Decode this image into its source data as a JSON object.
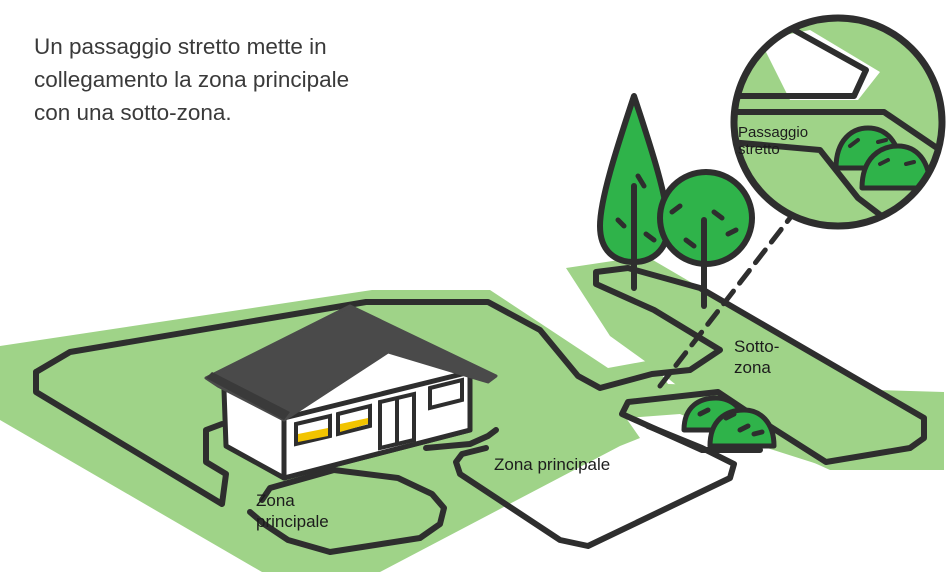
{
  "caption": {
    "lines": [
      "Un passaggio stretto mette in",
      "collegamento la zona principale",
      "con una sotto-zona."
    ]
  },
  "labels": {
    "zona_principale_left": [
      "Zona",
      "principale"
    ],
    "zona_principale_center": "Zona principale",
    "sotto_zona": [
      "Sotto-",
      "zona"
    ],
    "passaggio_stretto": [
      "Passaggio",
      "stretto"
    ]
  },
  "colors": {
    "lawn": "#9fd388",
    "boundary_wire": "#2e2e2e",
    "roof": "#4a4a4a",
    "house_wall": "#ffffff",
    "window_accent": "#f2c400",
    "tree_green": "#2fb34a",
    "text": "#3a3a3a"
  },
  "icons": [
    "house-icon",
    "tree-icon",
    "bush-icon",
    "magnifier-icon"
  ]
}
